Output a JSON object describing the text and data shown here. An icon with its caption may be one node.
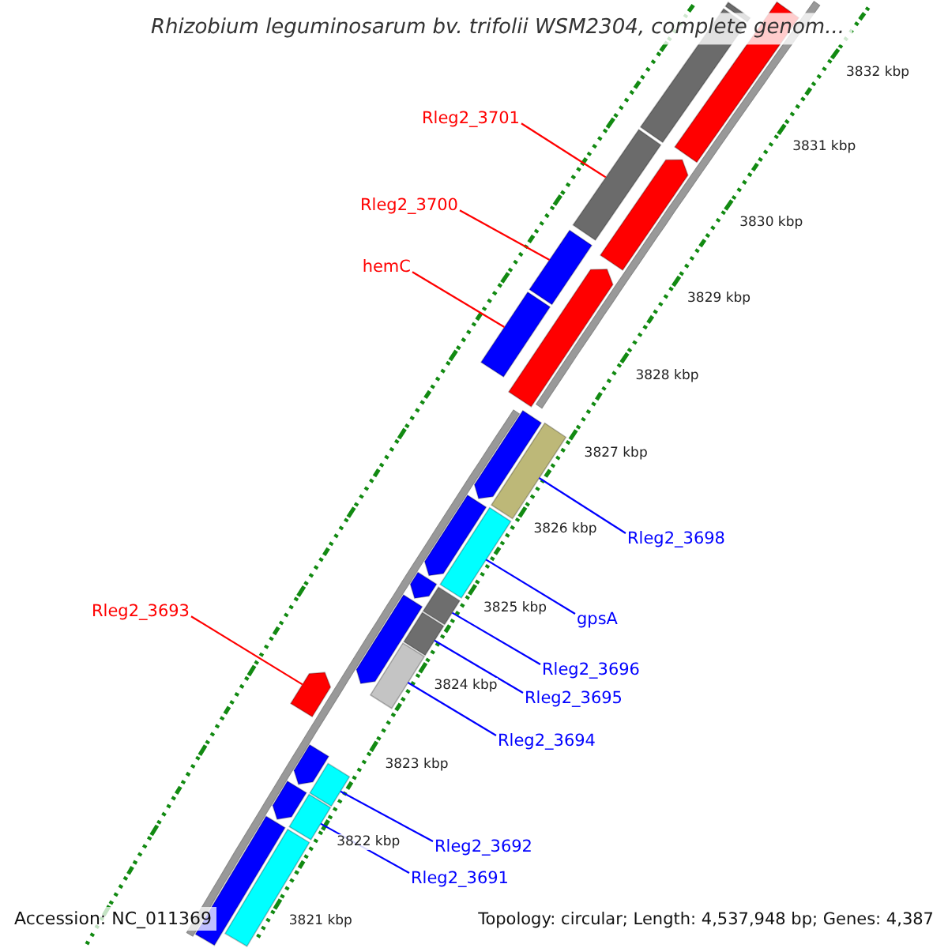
{
  "diagram": {
    "title": "Rhizobium leguminosarum bv. trifolii WSM2304, complete genom...",
    "nodes": [
      {
        "text": [
          "Rleg2_3701"
        ]
      },
      {
        "text": [],
        "shape": "bar"
      },
      {
        "text": [
          "Rleg2_3700"
        ]
      },
      {
        "text": [],
        "shape": "bar"
      },
      {
        "text": [
          "hemC"
        ]
      },
      {
        "text": [],
        "shape": "bar"
      },
      {
        "text": [
          "Rleg2_3698"
        ]
      },
      {
        "text": [],
        "shape": "bar"
      },
      {
        "text": [
          "gpsA"
        ]
      },
      {
        "text": [],
        "shape": "bar"
      },
      {
        "text": [
          "Rleg2_3693"
        ]
      },
      {
        "text": [],
        "shape": "arrow"
      },
      {
        "text": [
          "Rleg2_3696"
        ]
      },
      {
        "text": [],
        "shape": "bar"
      },
      {
        "text": [
          "Rleg2_3695"
        ]
      },
      {
        "text": [],
        "shape": "bar"
      },
      {
        "text": [
          "Rleg2_3694"
        ]
      },
      {
        "text": [],
        "shape": "bar"
      },
      {
        "text": [
          "Rleg2_3692"
        ]
      },
      {
        "text": [],
        "shape": "bar"
      },
      {
        "text": [
          "Rleg2_3691"
        ]
      },
      {
        "text": [],
        "shape": "bar"
      },
      {
        "text": [],
        "shape": "bar"
      },
      {
        "text": [],
        "shape": "bar"
      },
      {
        "text": [],
        "shape": "bar"
      },
      {
        "text": [],
        "shape": "arrow"
      },
      {
        "text": [],
        "shape": "arrow"
      },
      {
        "text": [],
        "shape": "arrow"
      },
      {
        "text": [],
        "shape": "arrow"
      },
      {
        "text": [],
        "shape": "arrow"
      },
      {
        "text": [],
        "shape": "arrow"
      },
      {
        "text": [],
        "shape": "arrow"
      },
      {
        "text": [],
        "shape": "arrow"
      },
      {
        "text": [],
        "shape": "bar"
      },
      {
        "text": [],
        "shape": "bar"
      }
    ],
    "edges": [
      {
        "from": 0,
        "to": 1,
        "arrow": "none",
        "color": "#ff0000"
      },
      {
        "from": 2,
        "to": 3,
        "arrow": "none",
        "color": "#ff0000"
      },
      {
        "from": 4,
        "to": 5,
        "arrow": "none",
        "color": "#ff0000"
      },
      {
        "from": 6,
        "to": 7,
        "arrow": "none"
      },
      {
        "from": 8,
        "to": 9,
        "arrow": "none"
      },
      {
        "from": 10,
        "to": 11,
        "arrow": "none",
        "color": "#ff0000"
      },
      {
        "from": 12,
        "to": 13,
        "arrow": "none"
      },
      {
        "from": 14,
        "to": 15,
        "arrow": "none"
      },
      {
        "from": 16,
        "to": 17,
        "arrow": "none"
      },
      {
        "from": 18,
        "to": 19,
        "arrow": "none"
      },
      {
        "from": 20,
        "to": 21,
        "arrow": "none"
      }
    ],
    "labels": [
      "3832 kbp",
      "3831 kbp",
      "3830 kbp",
      "3829 kbp",
      "3828 kbp",
      "3827 kbp",
      "3826 kbp",
      "3825 kbp",
      "3824 kbp",
      "3823 kbp",
      "3822 kbp",
      "3821 kbp",
      "Accession: NC_011369",
      "Topology: circular; Length: 4,537,948 bp; Genes: 4,387"
    ]
  }
}
